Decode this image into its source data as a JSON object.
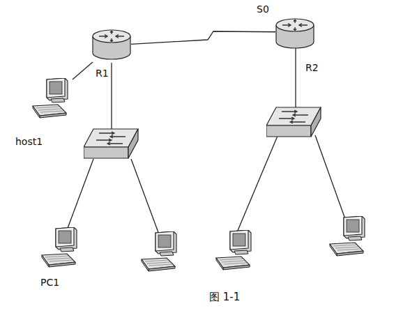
{
  "diagram": {
    "caption": "图 1-1",
    "nodes": [
      {
        "text": [
          "R1"
        ]
      },
      {
        "text": [
          "R2"
        ]
      },
      {
        "text": [
          "host1"
        ]
      },
      {
        "text": [
          "PC1"
        ]
      }
    ],
    "edges": [
      {
        "from": 0,
        "to": 1,
        "arrow": "none"
      },
      {
        "from": 0,
        "to": 2,
        "arrow": "none"
      }
    ],
    "labels": [
      "S0"
    ]
  }
}
